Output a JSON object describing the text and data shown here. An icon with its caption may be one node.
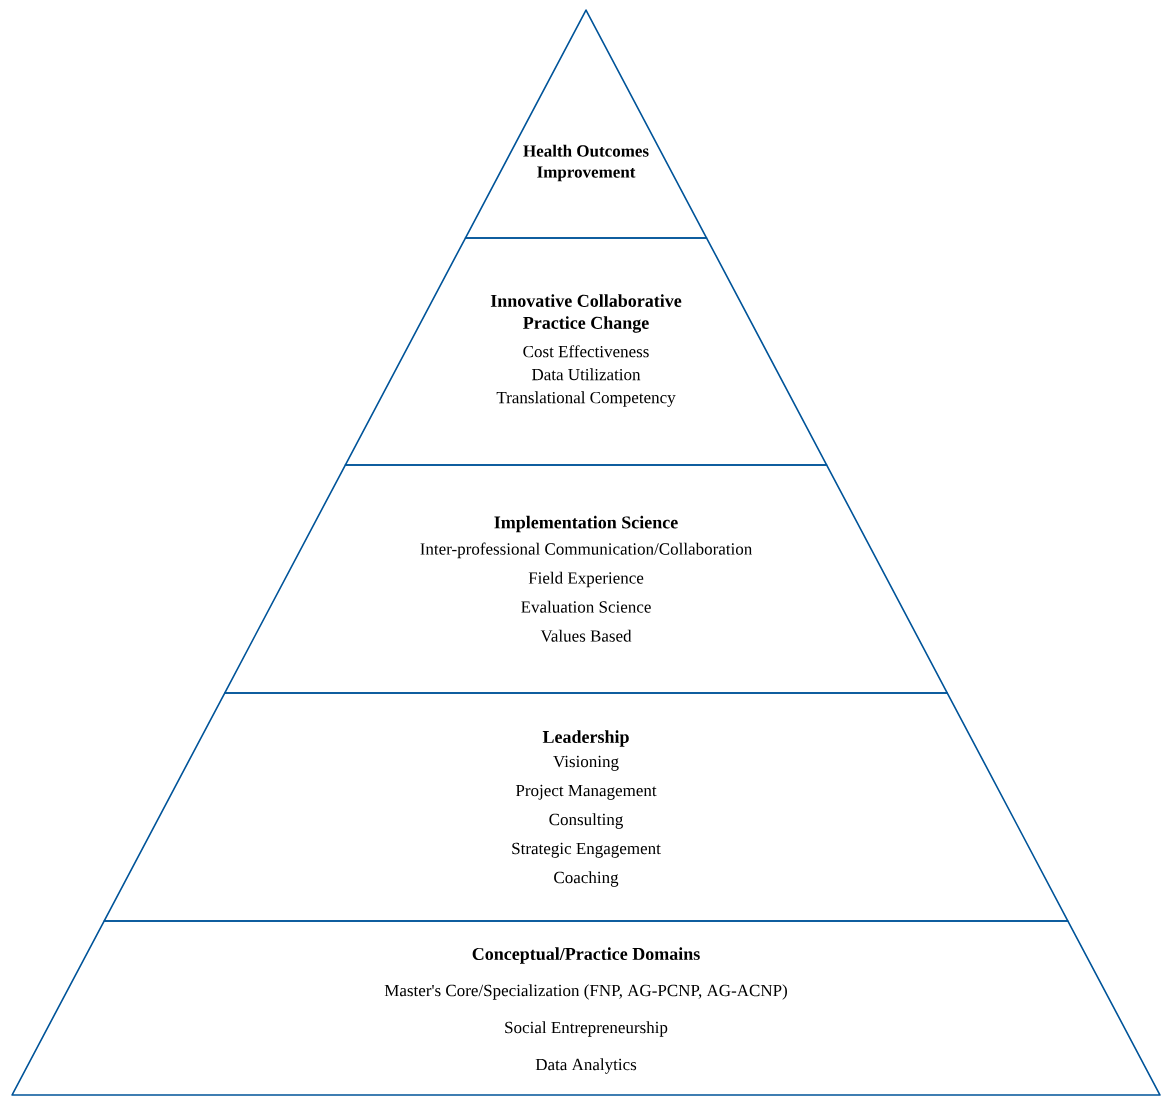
{
  "diagram": {
    "nodes": [
      {
        "text": [
          "Health Outcomes Improvement"
        ]
      },
      {
        "text": [
          "Innovative Collaborative Practice Change",
          "Cost Effectiveness",
          "Data Utilization",
          "Translational Competency"
        ]
      },
      {
        "text": [
          "Implementation Science",
          "Inter-professional Communication/Collaboration",
          "Field Experience",
          "Evaluation Science",
          "Values Based"
        ]
      },
      {
        "text": [
          "Leadership",
          "Visioning",
          "Project Management",
          "Consulting",
          "Strategic Engagement",
          "Coaching"
        ]
      },
      {
        "text": [
          "Conceptual/Practice Domains",
          "Master's Core/Specialization (FNP, AG-PCNP, AG-ACNP)",
          "Social Entrepreneurship",
          "Data Analytics"
        ]
      }
    ],
    "edges": []
  }
}
